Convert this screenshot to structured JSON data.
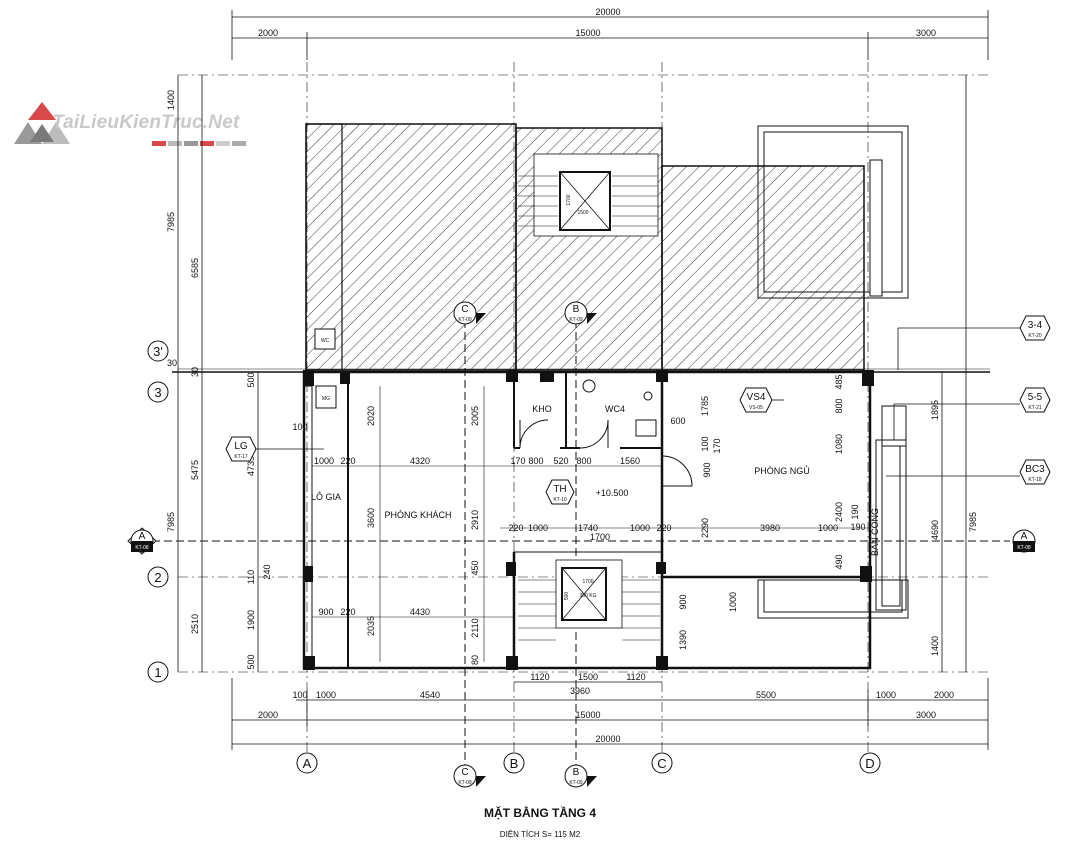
{
  "drawing": {
    "title": "MẶT BẰNG TẦNG 4",
    "subtitle": "DIỆN TÍCH S= 115 M2"
  },
  "watermark": {
    "text": "TaiLieuKienTruc.Net",
    "colors": [
      "#d84a4a",
      "#999999",
      "#bbbbbb",
      "#7a7a7a"
    ]
  },
  "grid_labels": {
    "columns": [
      "A",
      "B",
      "C",
      "D"
    ],
    "rows": [
      "1",
      "2",
      "3",
      "3'"
    ]
  },
  "dims": {
    "top_total": "20000",
    "top_left": "2000",
    "top_mid": "15000",
    "top_right": "3000",
    "bottom_row1": [
      "100",
      "1000",
      "4540",
      "5500",
      "1000",
      "2000"
    ],
    "bottom_row0": [
      "1120",
      "1500",
      "1120"
    ],
    "bottom_row0b": "3960",
    "bottom_left": "2000",
    "bottom_mid": "15000",
    "bottom_right": "3000",
    "bottom_total": "20000",
    "left_outer": [
      "1400",
      "7985",
      "7985"
    ],
    "left_mid": [
      "6585",
      "30",
      "5475",
      "2510"
    ],
    "left_inner": [
      "500",
      "4735",
      "110",
      "1900",
      "500",
      "100",
      "240"
    ],
    "right_outer": [
      "7985"
    ],
    "right_mid": [
      "1895",
      "4690",
      "1400"
    ],
    "right_inner": [
      "485",
      "800",
      "1080",
      "2400",
      "490",
      "190",
      "190",
      "30"
    ],
    "interior": [
      "1000",
      "220",
      "4320",
      "170",
      "800",
      "520",
      "800",
      "1560",
      "900",
      "220",
      "4430",
      "220",
      "1000",
      "1740",
      "1000",
      "220",
      "3980",
      "1000",
      "2020",
      "2005",
      "3600",
      "2910",
      "2035",
      "2110",
      "450",
      "1785",
      "100",
      "170",
      "600",
      "900",
      "2290",
      "900",
      "1000",
      "1390",
      "80",
      "1700",
      "1700",
      "500"
    ]
  },
  "rooms": {
    "living": "PHÒNG KHÁCH",
    "loggia": "LÔ GIA",
    "storage": "KHO",
    "wc": "WC4",
    "bedroom": "PHÒNG NGỦ",
    "balcony": "BAN CÔNG",
    "elevator": "350 KG",
    "elev_top": "1500",
    "elev_top_side": "1700",
    "elevation": "+10.500"
  },
  "tags": {
    "lg": {
      "label": "LG",
      "ref": "KT-17"
    },
    "th": {
      "label": "TH",
      "ref": "KT-10"
    },
    "vs4": {
      "label": "VS4",
      "ref": "VS-05"
    },
    "r34": {
      "label": "3-4",
      "ref": "KT-20"
    },
    "r55": {
      "label": "5-5",
      "ref": "KT-21"
    },
    "bc3": {
      "label": "BC3",
      "ref": "KT-18"
    },
    "wc_mark": "WC",
    "mg_mark": "MG"
  },
  "sections": {
    "a": {
      "label": "A",
      "ref": "KT-08"
    },
    "b": {
      "label": "B",
      "ref": "KT-09"
    },
    "c": {
      "label": "C",
      "ref": "KT-09"
    }
  }
}
